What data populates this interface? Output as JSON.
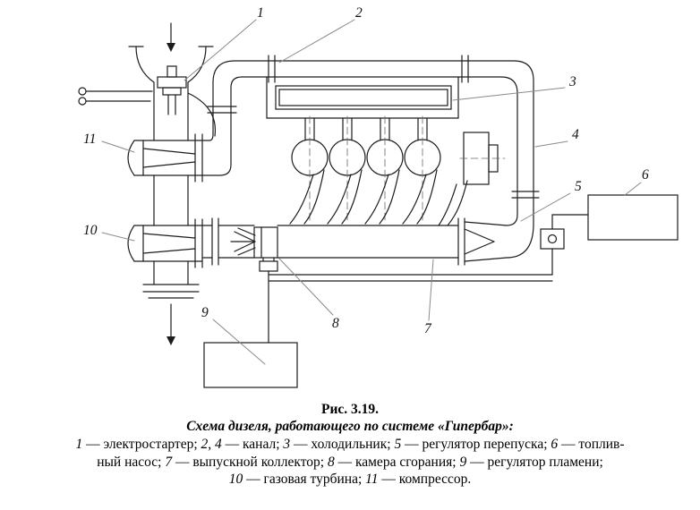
{
  "figure": {
    "number": "Рис. 3.19.",
    "title": "Схема дизеля, работающего по системе «Гипербар»:",
    "legend": [
      [
        {
          "num": "1",
          "text": " — электростартер; "
        },
        {
          "num": "2, 4",
          "text": " — канал; "
        },
        {
          "num": "3",
          "text": " — холодильник; "
        },
        {
          "num": "5",
          "text": " — регулятор перепуска; "
        },
        {
          "num": "6",
          "text": " — топлив-"
        }
      ],
      [
        {
          "num": "",
          "text": "ный насос; "
        },
        {
          "num": "7",
          "text": " — выпускной коллектор; "
        },
        {
          "num": "8",
          "text": " — камера сгорания; "
        },
        {
          "num": "9",
          "text": " — регулятор пламени;"
        }
      ],
      [
        {
          "num": "10",
          "text": " — газовая турбина; "
        },
        {
          "num": "11",
          "text": " — компрессор."
        }
      ]
    ]
  },
  "diagram": {
    "labels": {
      "1": "1",
      "2": "2",
      "3": "3",
      "4": "4",
      "5": "5",
      "6": "6",
      "7": "7",
      "8": "8",
      "9": "9",
      "10": "10",
      "11": "11"
    },
    "colors": {
      "line": "#1c1c1c",
      "leader": "#8a8a8a",
      "text": "#111111",
      "background": "#ffffff"
    }
  }
}
